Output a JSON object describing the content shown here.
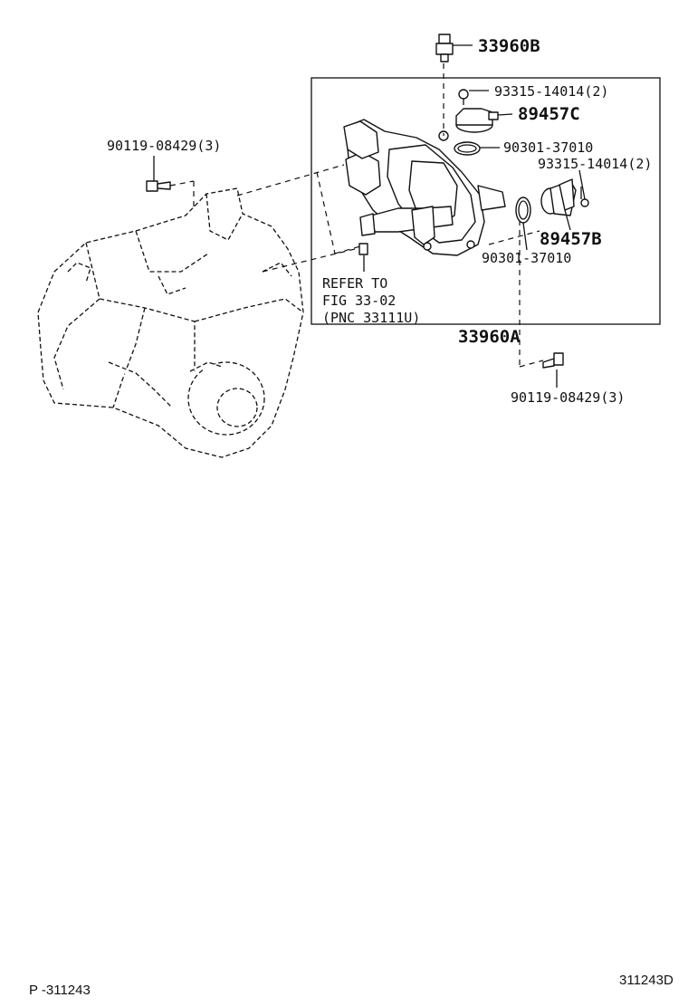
{
  "labels": {
    "p33960b": "33960B",
    "p93315_top": "93315-14014(2)",
    "p89457c": "89457C",
    "p90119_left": "90119-08429(3)",
    "p90301_top": "90301-37010",
    "p93315_right": "93315-14014(2)",
    "p89457b": "89457B",
    "p90301_bottom": "90301-37010",
    "refer_line1": "REFER TO",
    "refer_line2": "FIG 33-02",
    "refer_line3": "(PNC 33111U)",
    "p33960a": "33960A",
    "p90119_bottom": "90119-08429(3)"
  },
  "footer": {
    "page_ref": "P -311243",
    "figure_id": "311243D"
  },
  "colors": {
    "ink": "#111111",
    "background": "#ffffff"
  }
}
